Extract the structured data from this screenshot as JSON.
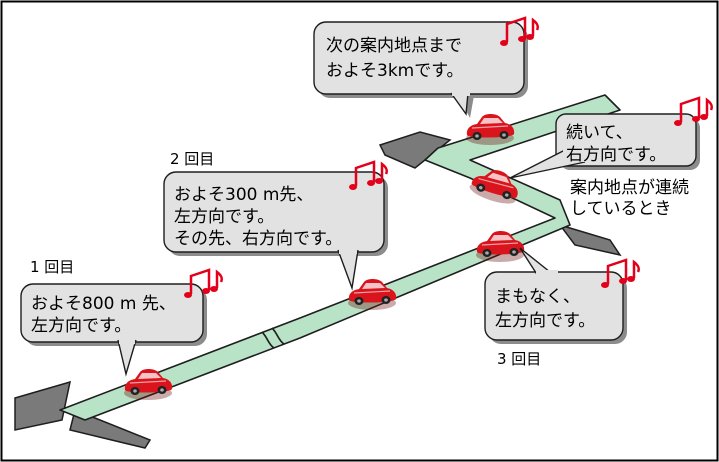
{
  "labels": {
    "first": "1 回目",
    "second": "2 回目",
    "third": "3 回目",
    "consecutive_line1": "案内地点が連続",
    "consecutive_line2": "しているとき"
  },
  "bubbles": {
    "next": [
      "次の案内地点まで",
      "およそ3kmです。"
    ],
    "second": [
      "およそ300 m先、",
      "左方向です。",
      "その先、右方向です。"
    ],
    "first": [
      "およそ800 m 先、",
      "左方向です。"
    ],
    "continued": [
      "続いて、",
      "右方向です。"
    ],
    "third": [
      "まもなく、",
      "左方向です。"
    ]
  },
  "colors": {
    "road_fill": "#b9e3c6",
    "road_edge": "#1e1e1e",
    "gray_road": "#7a7a7a",
    "bubble_fill": "#e2e2e2",
    "bubble_shadow": "#8c8c8c",
    "car_body": "#d9141c",
    "note": "#e2001a"
  }
}
